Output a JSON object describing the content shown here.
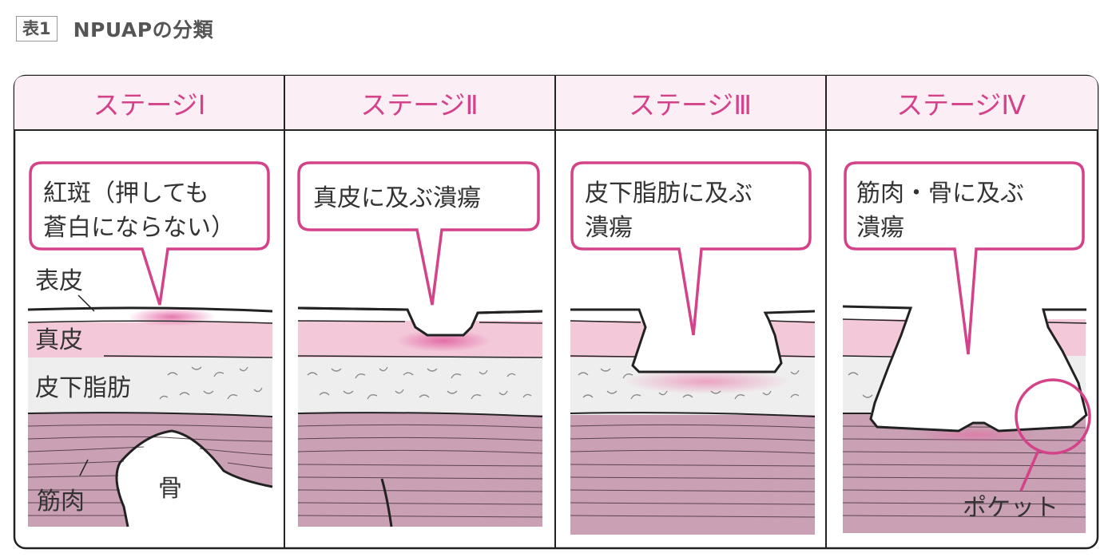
{
  "header": {
    "badge": "表1",
    "title": "NPUAPの分類"
  },
  "stages": [
    {
      "header": "ステージⅠ",
      "callout_lines": [
        "紅斑（押しても",
        "蒼白にならない）"
      ]
    },
    {
      "header": "ステージⅡ",
      "callout_lines": [
        "真皮に及ぶ潰瘍"
      ]
    },
    {
      "header": "ステージⅢ",
      "callout_lines": [
        "皮下脂肪に及ぶ",
        "潰瘍"
      ]
    },
    {
      "header": "ステージⅣ",
      "callout_lines": [
        "筋肉・骨に及ぶ",
        "潰瘍"
      ]
    }
  ],
  "layers": {
    "epidermis": "表皮",
    "dermis": "真皮",
    "subcutaneous_fat": "皮下脂肪",
    "muscle": "筋肉",
    "bone": "骨"
  },
  "pocket_label": "ポケット",
  "colors": {
    "accent_pink": "#d4428a",
    "header_bg": "#fbeef4",
    "dermis_pink": "#f3c9d9",
    "fat_gray": "#eeeeee",
    "muscle_mauve": "#c9a0b4"
  }
}
